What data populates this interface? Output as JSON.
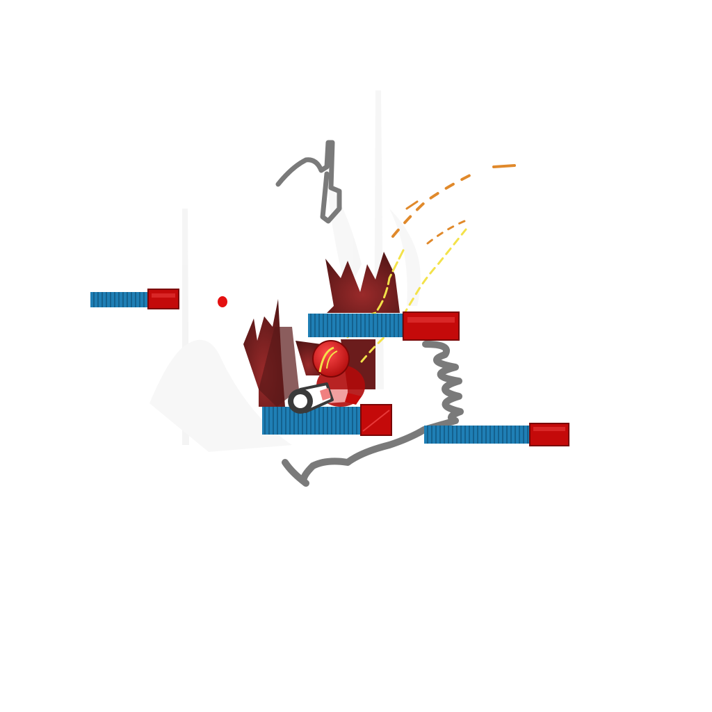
{
  "scene": {
    "background_color": "#ffffff",
    "colors": {
      "platform_blue": "#1f7fb5",
      "platform_blue_dark": "#15628e",
      "block_red": "#c40a0a",
      "block_red_dark": "#7a0606",
      "spike_maroon": "#6b1c1c",
      "spark_yellow": "#f3e24a",
      "spark_orange": "#e0892b",
      "ghost_gray": "#e3e3e3",
      "scribble_gray": "#7a7a7a",
      "player_red": "#d11414",
      "cannon_gray": "#3a3a3a"
    },
    "platforms": [
      {
        "name": "platform-top-left",
        "has_end_block": true
      },
      {
        "name": "platform-middle-upper",
        "has_end_block": true
      },
      {
        "name": "platform-middle-lower",
        "has_end_block": true
      },
      {
        "name": "platform-right",
        "has_end_block": true
      }
    ],
    "hazards": [
      "spike-cluster-left",
      "spike-cluster-upper"
    ],
    "objects": [
      "player-character",
      "cannon",
      "red-orb",
      "fire-sparks",
      "smoke-trail"
    ]
  }
}
